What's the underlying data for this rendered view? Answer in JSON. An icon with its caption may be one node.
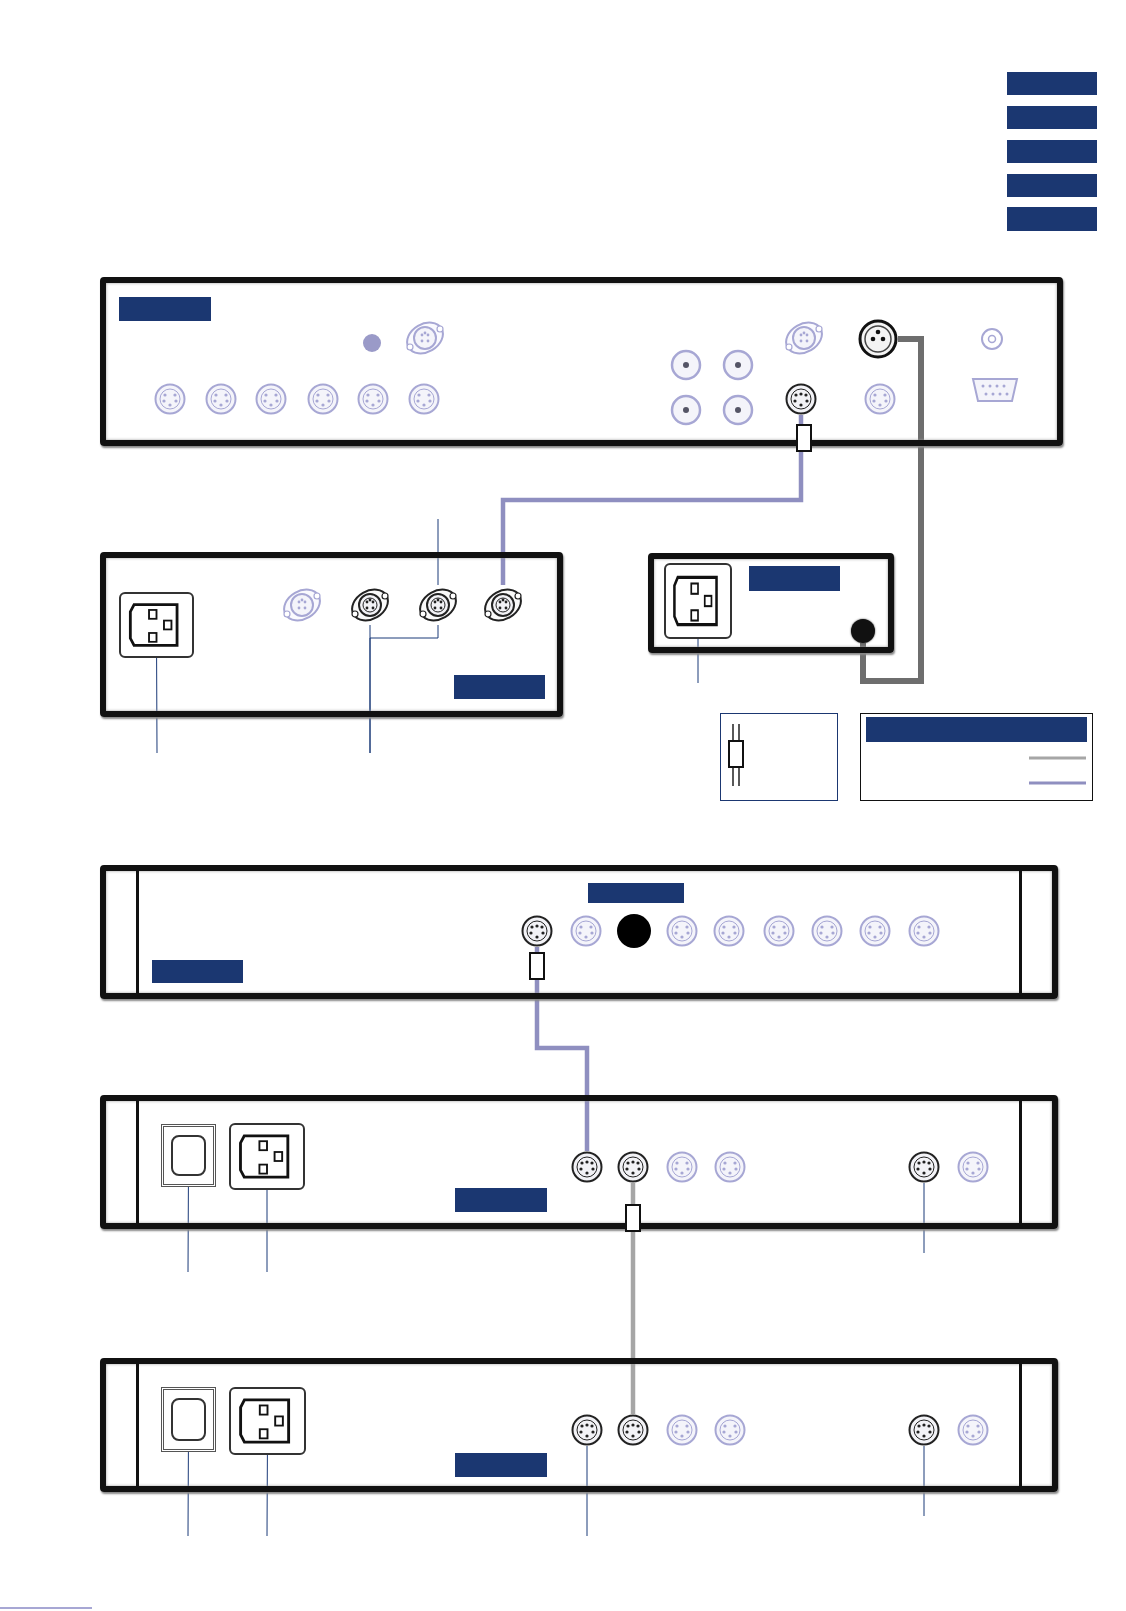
{
  "diagram": {
    "nodes": [
      {
        "text": [],
        "shape": "bar"
      },
      {
        "text": [],
        "shape": "bar"
      },
      {
        "text": [],
        "shape": "bar"
      },
      {
        "text": [],
        "shape": "bar"
      },
      {
        "text": [],
        "shape": "bar"
      },
      {
        "text": [],
        "shape": "box"
      },
      {
        "text": [],
        "shape": "bar",
        "in": 5
      },
      {
        "text": [],
        "shape": "circle",
        "in": 5
      },
      {
        "text": [],
        "shape": "circle",
        "in": 5
      },
      {
        "text": [],
        "shape": "box"
      },
      {
        "text": [],
        "shape": "box",
        "in": 9
      },
      {
        "text": [],
        "shape": "circle",
        "in": 9
      },
      {
        "text": [],
        "shape": "circle",
        "in": 9
      },
      {
        "text": [],
        "shape": "circle",
        "in": 9
      },
      {
        "text": [],
        "shape": "bar",
        "in": 9
      },
      {
        "text": [],
        "shape": "box"
      },
      {
        "text": [],
        "shape": "box",
        "in": 15
      },
      {
        "text": [],
        "shape": "bar",
        "in": 15
      },
      {
        "text": [],
        "shape": "circle",
        "in": 15
      },
      {
        "text": [],
        "shape": "box"
      },
      {
        "text": [],
        "shape": "box"
      },
      {
        "text": [],
        "shape": "bar",
        "in": 20
      },
      {
        "text": [],
        "shape": "box"
      },
      {
        "text": [],
        "shape": "bar",
        "in": 22
      },
      {
        "text": [],
        "shape": "bar",
        "in": 22
      },
      {
        "text": [],
        "shape": "circle",
        "in": 22
      },
      {
        "text": [],
        "shape": "box"
      },
      {
        "text": [],
        "shape": "box",
        "in": 26
      },
      {
        "text": [],
        "shape": "box",
        "in": 26
      },
      {
        "text": [],
        "shape": "circle",
        "in": 26
      },
      {
        "text": [],
        "shape": "circle",
        "in": 26
      },
      {
        "text": [],
        "shape": "circle",
        "in": 26
      },
      {
        "text": [],
        "shape": "bar",
        "in": 26
      },
      {
        "text": [],
        "shape": "box"
      },
      {
        "text": [],
        "shape": "box",
        "in": 33
      },
      {
        "text": [],
        "shape": "box",
        "in": 33
      },
      {
        "text": [],
        "shape": "circle",
        "in": 33
      },
      {
        "text": [],
        "shape": "circle",
        "in": 33
      },
      {
        "text": [],
        "shape": "circle",
        "in": 33
      },
      {
        "text": [],
        "shape": "bar",
        "in": 33
      }
    ],
    "edges": [
      {
        "from": 7,
        "to": 13,
        "arrow": "none",
        "style": "thick",
        "color": "#8f8fc0"
      },
      {
        "from": 18,
        "to": 8,
        "arrow": "none",
        "style": "thick",
        "color": "#6e6e6e"
      },
      {
        "from": 25,
        "to": 29,
        "arrow": "none",
        "style": "thick",
        "color": "#8f8fc0"
      },
      {
        "from": 30,
        "to": 37,
        "arrow": "none",
        "style": "thick",
        "color": "#a6a6a6"
      },
      {
        "from": null,
        "to": 10,
        "arrow": "none"
      },
      {
        "from": null,
        "to": 11,
        "arrow": "none"
      },
      {
        "from": null,
        "to": 12,
        "arrow": "none"
      },
      {
        "from": null,
        "to": 12,
        "arrow": "none"
      },
      {
        "from": null,
        "to": 16,
        "arrow": "none"
      },
      {
        "from": null,
        "to": 27,
        "arrow": "none"
      },
      {
        "from": null,
        "to": 28,
        "arrow": "none"
      },
      {
        "from": null,
        "to": 31,
        "arrow": "none"
      },
      {
        "from": null,
        "to": 34,
        "arrow": "none"
      },
      {
        "from": null,
        "to": 35,
        "arrow": "none"
      },
      {
        "from": null,
        "to": 36,
        "arrow": "none"
      },
      {
        "from": null,
        "to": 38,
        "arrow": "none"
      }
    ]
  }
}
